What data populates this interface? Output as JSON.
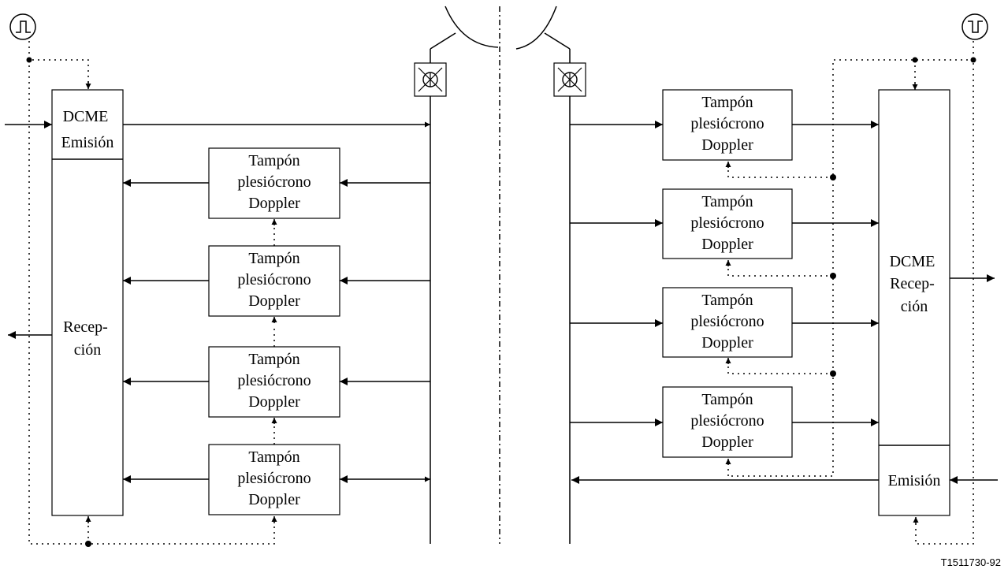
{
  "left": {
    "dcme_top_lines": [
      "DCME",
      "Emisión"
    ],
    "dcme_bottom_lines": [
      "Recep-",
      "ción"
    ],
    "buffers": [
      [
        "Tampón",
        "plesiócrono",
        "Doppler"
      ],
      [
        "Tampón",
        "plesiócrono",
        "Doppler"
      ],
      [
        "Tampón",
        "plesiócrono",
        "Doppler"
      ],
      [
        "Tampón",
        "plesiócrono",
        "Doppler"
      ]
    ]
  },
  "right": {
    "dcme_top_lines": [
      "DCME",
      "Recep-",
      "ción"
    ],
    "dcme_bottom_lines": [
      "Emisión"
    ],
    "buffers": [
      [
        "Tampón",
        "plesiócrono",
        "Doppler"
      ],
      [
        "Tampón",
        "plesiócrono",
        "Doppler"
      ],
      [
        "Tampón",
        "plesiócrono",
        "Doppler"
      ],
      [
        "Tampón",
        "plesiócrono",
        "Doppler"
      ]
    ]
  },
  "figure_ref": "T1511730-92"
}
